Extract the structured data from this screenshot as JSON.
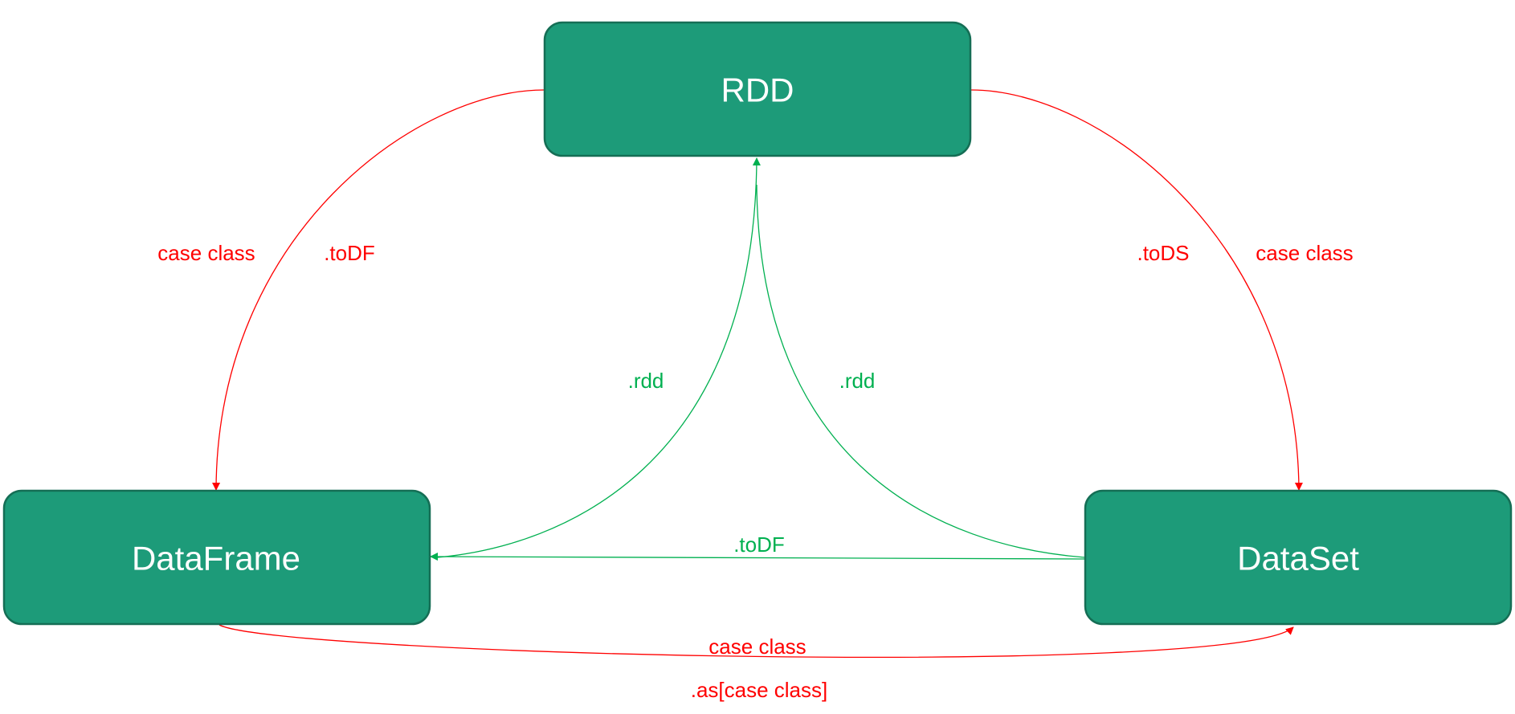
{
  "colors": {
    "node_fill": "#1d9b79",
    "node_border": "#156e55",
    "node_text": "#ffffff",
    "conversion_red": "#ff0000",
    "conversion_green": "#00b050"
  },
  "nodes": {
    "rdd": "RDD",
    "dataframe": "DataFrame",
    "dataset": "DataSet"
  },
  "edges": {
    "rdd_to_dataframe": {
      "method": ".toDF",
      "requirement": "case class"
    },
    "rdd_to_dataset": {
      "method": ".toDS",
      "requirement": "case class"
    },
    "dataframe_to_rdd": {
      "method": ".rdd"
    },
    "dataset_to_rdd": {
      "method": ".rdd"
    },
    "dataset_to_dataframe": {
      "method": ".toDF"
    },
    "dataframe_to_dataset": {
      "requirement": "case class",
      "method": ".as[case class]"
    }
  }
}
